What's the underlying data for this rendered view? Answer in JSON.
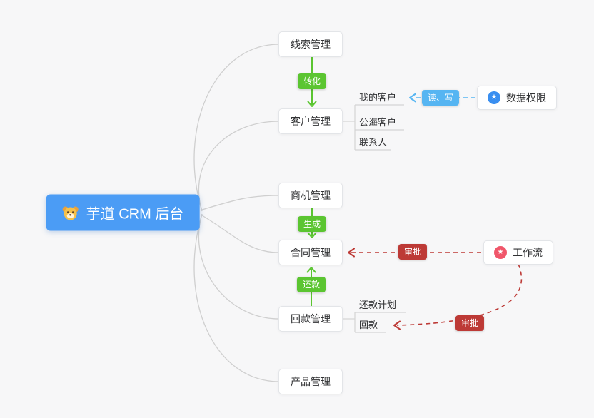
{
  "root": {
    "label": "芋道 CRM 后台",
    "icon": "dog-icon",
    "bg_color": "#4b9cf5"
  },
  "main_nodes": [
    {
      "label": "线索管理"
    },
    {
      "label": "客户管理"
    },
    {
      "label": "商机管理"
    },
    {
      "label": "合同管理"
    },
    {
      "label": "回款管理"
    },
    {
      "label": "产品管理"
    }
  ],
  "customer_children": [
    {
      "label": "我的客户"
    },
    {
      "label": "公海客户"
    },
    {
      "label": "联系人"
    }
  ],
  "receivable_children": [
    {
      "label": "还款计划"
    },
    {
      "label": "回款"
    }
  ],
  "flow_badges": {
    "convert": "转化",
    "generate": "生成",
    "repay": "还款",
    "read_write": "读、写",
    "approve_contract": "审批",
    "approve_receivable": "审批"
  },
  "side_nodes": {
    "data_permission": {
      "label": "数据权限",
      "icon": "star-in-circle-icon",
      "icon_color": "#3a8ff0"
    },
    "workflow": {
      "label": "工作流",
      "icon": "star-in-circle-icon",
      "icon_color": "#f0566a"
    }
  },
  "icons": {
    "star_glyph": "★"
  },
  "colors": {
    "green_badge": "#5bc531",
    "blue_badge": "#56b5f2",
    "red_badge": "#bd3a36",
    "wire_gray": "#cfcfcf",
    "background": "#f7f7f8"
  }
}
